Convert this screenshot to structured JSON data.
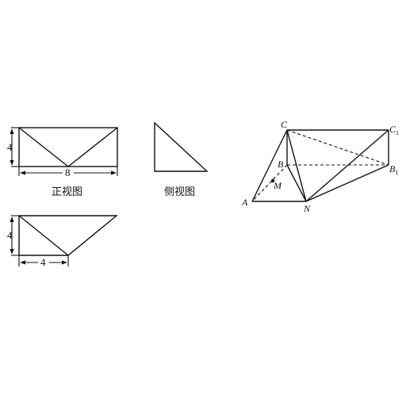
{
  "front_view": {
    "width_label": "8",
    "height_label": "4",
    "caption": "正视图"
  },
  "side_view": {
    "caption": "侧视图"
  },
  "top_view": {
    "height_label": "4",
    "width_label": "4"
  },
  "solid": {
    "labels": {
      "C": "C",
      "C1_main": "C",
      "C1_sub": "1",
      "B": "B",
      "B1_main": "B",
      "B1_sub": "1",
      "A": "A",
      "N": "N",
      "M": "M"
    }
  }
}
